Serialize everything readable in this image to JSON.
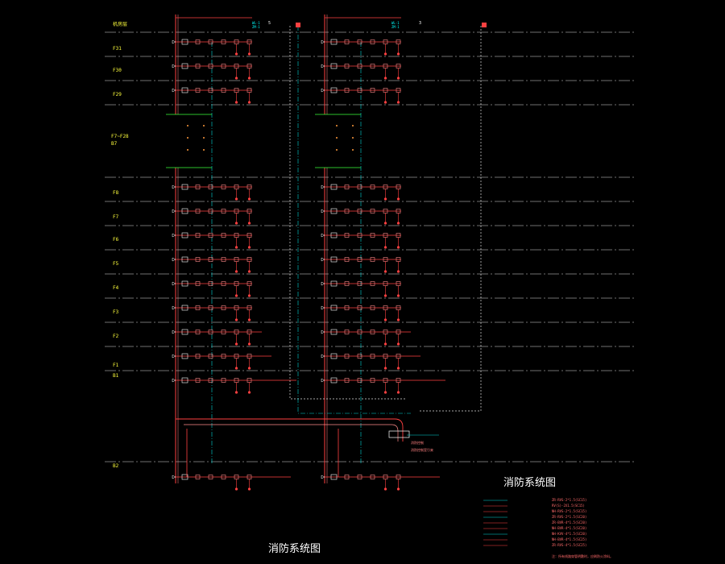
{
  "drawing": {
    "main_title": "消防系统图",
    "legend_title": "消防系统图"
  },
  "floors": [
    "机房层",
    "F31",
    "F30",
    "F29",
    "F7~F28",
    "B7",
    "F8",
    "F7",
    "F6",
    "F5",
    "F4",
    "F3",
    "F2",
    "F1",
    "B1",
    "B2"
  ],
  "tower_left": {
    "riser_numbers": [
      "5"
    ],
    "top_tags": [
      "WL-1",
      "ZM-1"
    ]
  },
  "tower_right": {
    "riser_numbers": [
      "3"
    ],
    "top_tags": [
      "WL-1",
      "ZM-1"
    ]
  },
  "center_notes": [
    "消防控制",
    "消防控制室引来"
  ],
  "legend": {
    "items": [
      {
        "label": "ZR-RVS-2*1.5(SC15)"
      },
      {
        "label": "RV(S)-2X1.5(SC15)"
      },
      {
        "label": "NH-RVS-2*1.5(SC15)"
      },
      {
        "label": "ZR-RVS-2*1.5(SC20)"
      },
      {
        "label": "ZR-BVR-4*1.5(SC20)"
      },
      {
        "label": "NH-BVR-4*1.5(SC20)"
      },
      {
        "label": "NH-KVV-4*1.5(SC20)"
      },
      {
        "label": "NH-BVR-4*1.5(SC25)"
      },
      {
        "label": "ZR-RVS-4*1.5(SC25)"
      }
    ],
    "footnote": "注：所有线路穿管明敷时，应刷防火涂料。"
  },
  "colors": {
    "background": "#000000",
    "pipe_red": "#ff4040",
    "pipe_pink": "#ff8a8a",
    "cyan": "#00d6d6",
    "yellow": "#ffff3c",
    "white_dash": "#dddddd"
  }
}
